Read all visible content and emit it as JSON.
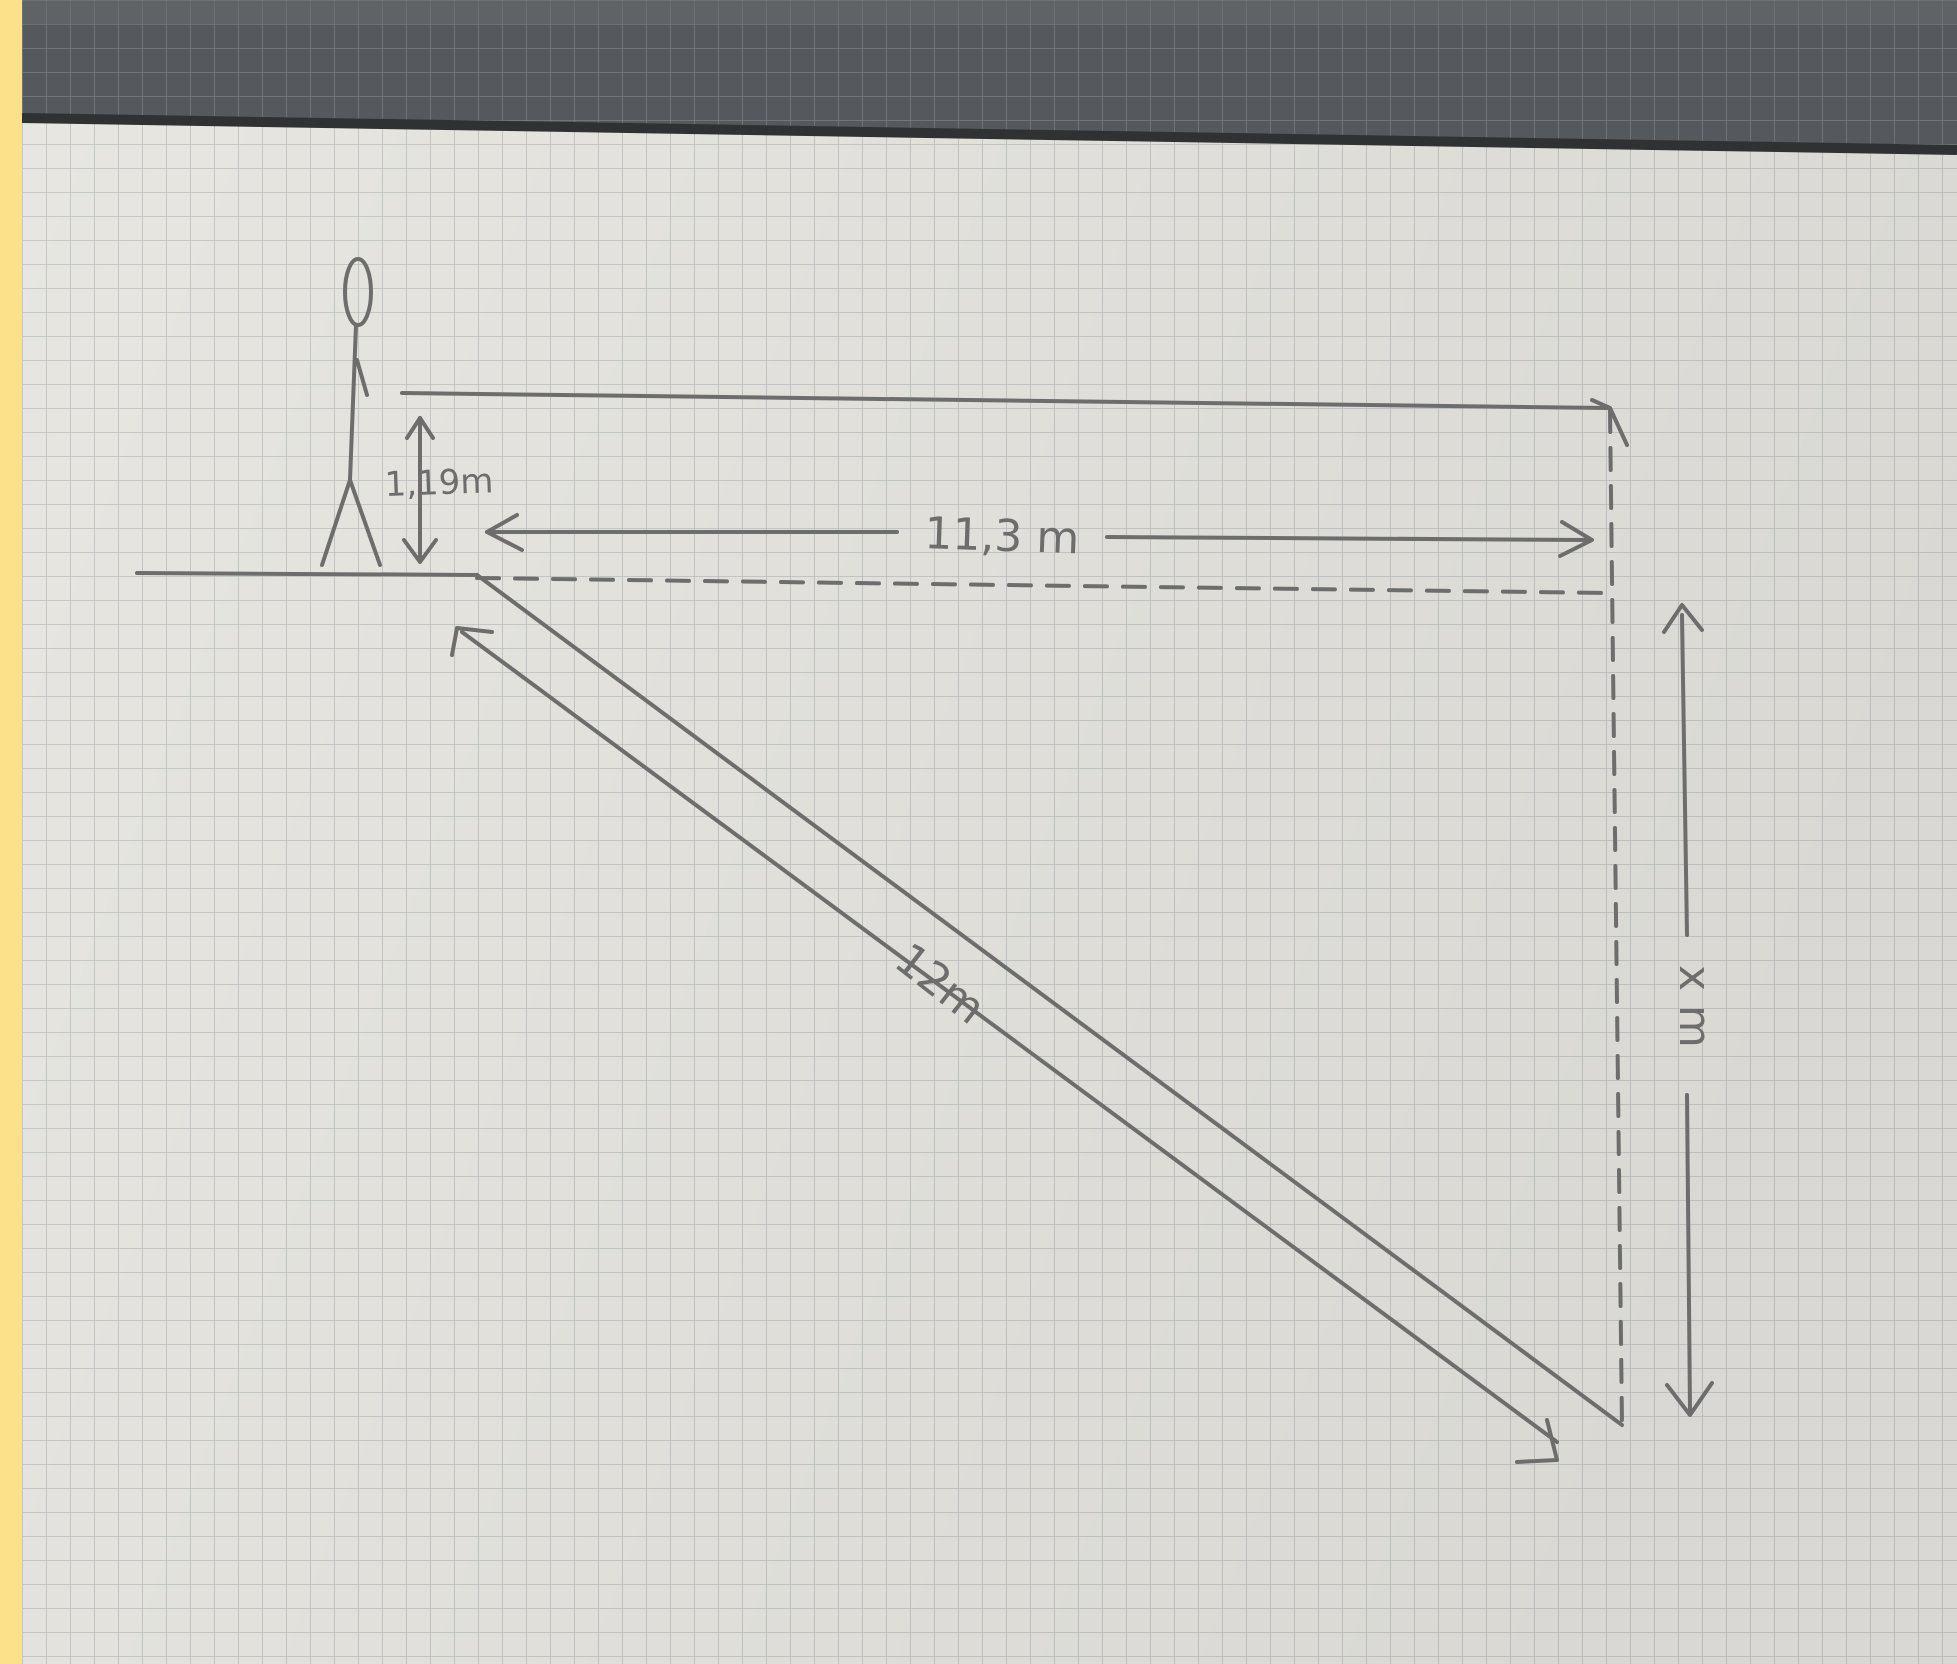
{
  "photo": {
    "border_color": "#fde08a",
    "paper_color": "#e7e6e1",
    "grid_color": "#bcc0c2",
    "pencil_color": "#6d6d6d"
  },
  "sketch": {
    "figure": "stick-figure",
    "labels": {
      "eye_height": "1,19m",
      "horizontal_distance": "11,3 m",
      "slant_distance": "12m",
      "vertical_unknown": "x m"
    }
  }
}
